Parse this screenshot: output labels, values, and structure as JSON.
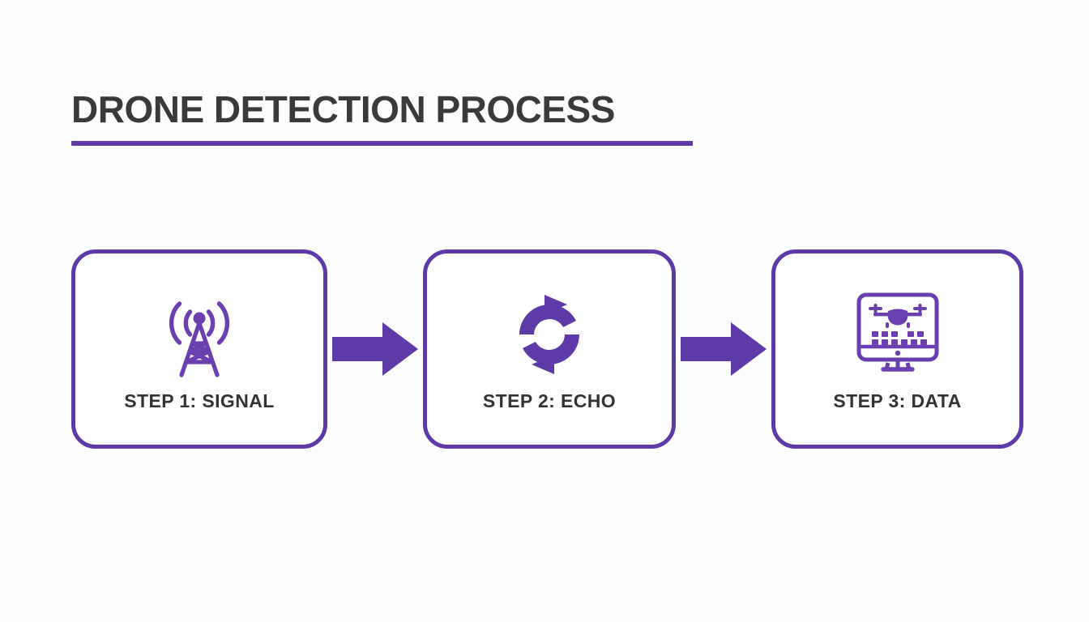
{
  "slide": {
    "title": "DRONE DETECTION PROCESS",
    "background_color": "#fdfdfd",
    "accent_color": "#5e3aa8",
    "title_color": "#3a3a3a",
    "label_color": "#333333"
  },
  "flow": {
    "steps": [
      {
        "label": "STEP 1: SIGNAL",
        "icon": "signal-tower-icon"
      },
      {
        "label": "STEP 2: ECHO",
        "icon": "sync-refresh-icon"
      },
      {
        "label": "STEP 3: DATA",
        "icon": "monitor-drone-data-icon"
      }
    ],
    "connectors": [
      {
        "icon": "arrow-right-icon"
      },
      {
        "icon": "arrow-right-icon"
      }
    ]
  }
}
